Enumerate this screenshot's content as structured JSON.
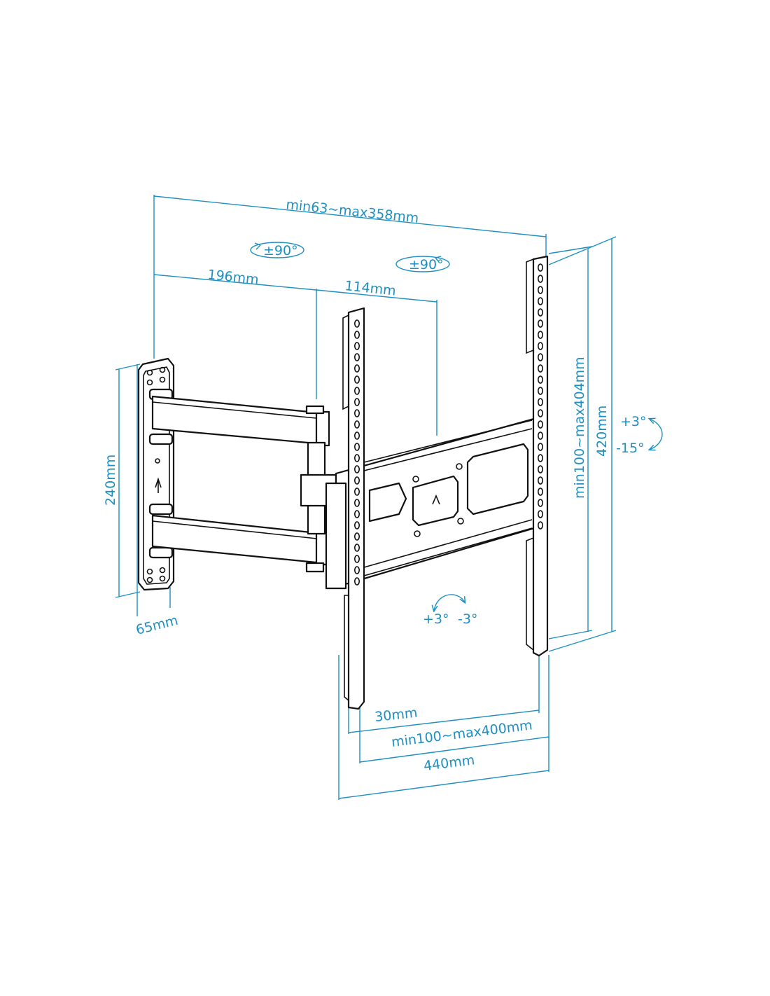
{
  "dimensions": {
    "depth_range": "min63~max358mm",
    "arm1_length": "196mm",
    "arm2_length": "114mm",
    "wall_plate_height": "240mm",
    "wall_plate_depth": "65mm",
    "vesa_vertical": "min100~max404mm",
    "bracket_height": "420mm",
    "rail_width": "30mm",
    "vesa_horizontal": "min100~max400mm",
    "bracket_width": "440mm"
  },
  "angles": {
    "swivel_1": "±90°",
    "swivel_2": "±90°",
    "tilt_up": "+3°",
    "tilt_down": "-15°",
    "level_plus": "+3°",
    "level_minus": "-3°"
  },
  "colors": {
    "dimension": "#1d8fc2",
    "line": "#111111"
  }
}
